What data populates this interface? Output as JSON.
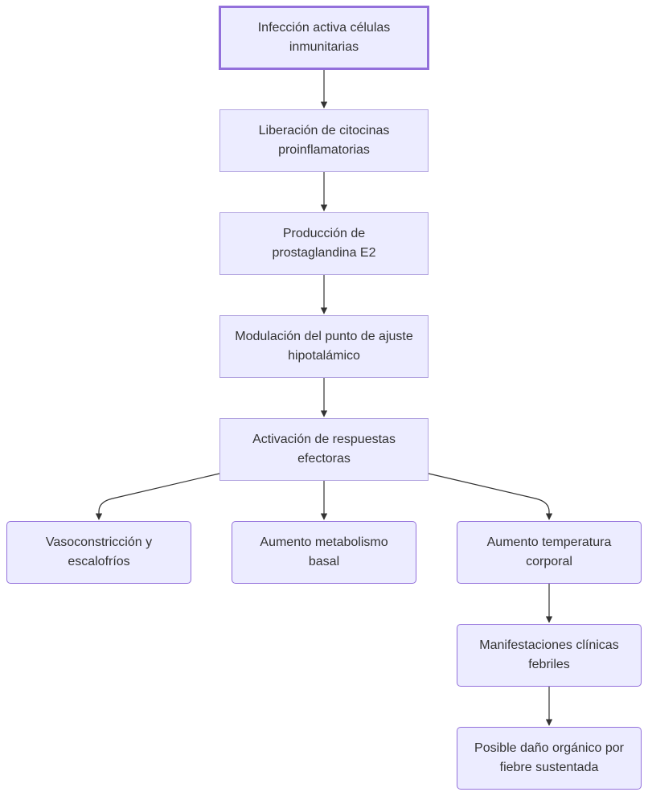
{
  "nodes": {
    "n1": "Infección activa células inmunitarias",
    "n2": "Liberación de citocinas proinflamatorias",
    "n3": "Producción de prostaglandina E2",
    "n4": "Modulación del punto de ajuste hipotalámico",
    "n5": "Activación de respuestas efectoras",
    "n6": "Vasoconstricción y escalofríos",
    "n7": "Aumento metabolismo basal",
    "n8": "Aumento temperatura corporal",
    "n9": "Manifestaciones clínicas febriles",
    "n10": "Posible daño orgánico por fiebre sustentada"
  },
  "colors": {
    "node_fill": "#ececff",
    "node_border": "#9370db",
    "edge": "#333333",
    "text": "#333333"
  }
}
